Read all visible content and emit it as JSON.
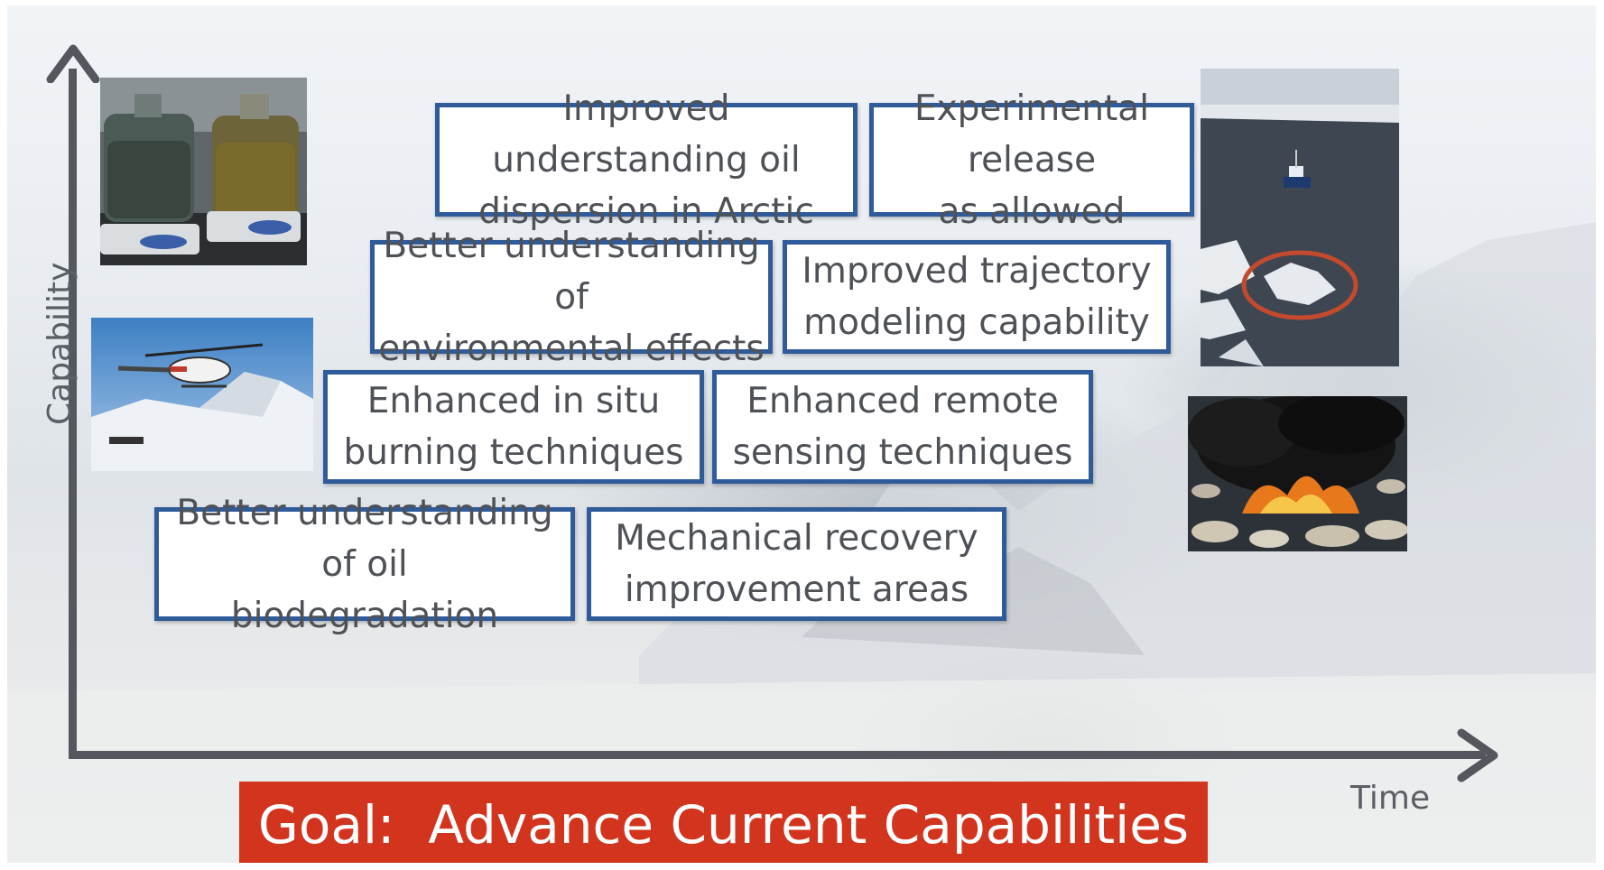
{
  "axes": {
    "y_label": "Capability",
    "x_label": "Time"
  },
  "boxes": [
    {
      "id": "oil-dispersion",
      "text": "Improved understanding oil\ndispersion in Arctic"
    },
    {
      "id": "experimental-release",
      "text": "Experimental release\nas allowed"
    },
    {
      "id": "environmental-effects",
      "text": "Better understanding of\nenvironmental effects"
    },
    {
      "id": "trajectory-modeling",
      "text": "Improved trajectory\nmodeling capability"
    },
    {
      "id": "in-situ-burning",
      "text": "Enhanced in situ\nburning techniques"
    },
    {
      "id": "remote-sensing",
      "text": "Enhanced remote\nsensing techniques"
    },
    {
      "id": "oil-biodegradation",
      "text": "Better understanding of oil\nbiodegradation"
    },
    {
      "id": "mechanical-recovery",
      "text": "Mechanical recovery\nimprovement areas"
    }
  ],
  "goal": "Goal:  Advance Current Capabilities",
  "photos": [
    {
      "id": "lab-bottles",
      "subject": "glass jugs on stirrer plates"
    },
    {
      "id": "helicopter",
      "subject": "helicopter over snowy terrain"
    },
    {
      "id": "ship-boom",
      "subject": "vessel with containment boom in ice"
    },
    {
      "id": "oil-fire",
      "subject": "oil burning among ice floes"
    }
  ],
  "colors": {
    "box_border": "#2f5b9a",
    "banner": "#d3341e",
    "axis": "#54585e"
  }
}
